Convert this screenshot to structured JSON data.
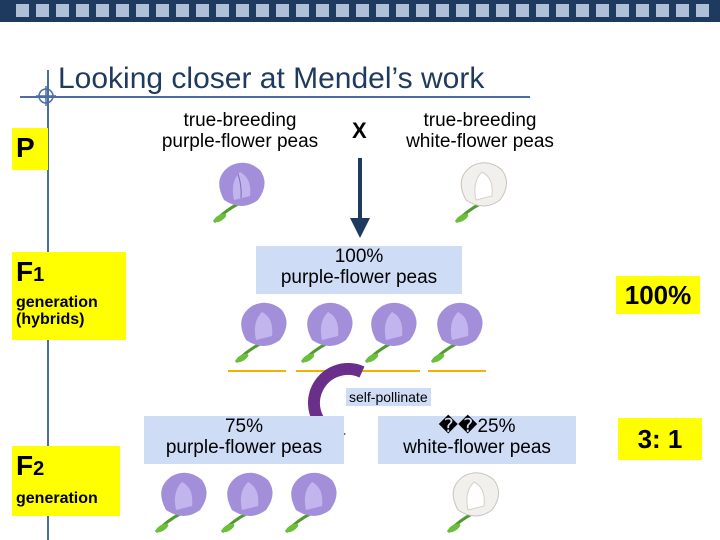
{
  "title": "Looking closer at Mendel’s work",
  "generations": {
    "p": "P",
    "f1": "F",
    "f1_sub": "1",
    "f1_desc": "generation\n(hybrids)",
    "f2": "F",
    "f2_sub": "2",
    "f2_desc": "generation"
  },
  "parents": {
    "left": "true-breeding\npurple-flower peas",
    "cross": "X",
    "right": "true-breeding\nwhite-flower peas"
  },
  "f1_result": "100%\npurple-flower peas",
  "f1_ratio": "100%",
  "self_pollinate": "self-pollinate",
  "f2_results": {
    "purple": "75%\npurple-flower peas",
    "white": "��25%\nwhite-flower peas",
    "ratio": "3: 1"
  },
  "colors": {
    "purple": "#a38fd9",
    "white": "#f2f0ec",
    "highlight": "#ffff00",
    "box": "#cfdcf6",
    "title": "#1e3a5f"
  }
}
